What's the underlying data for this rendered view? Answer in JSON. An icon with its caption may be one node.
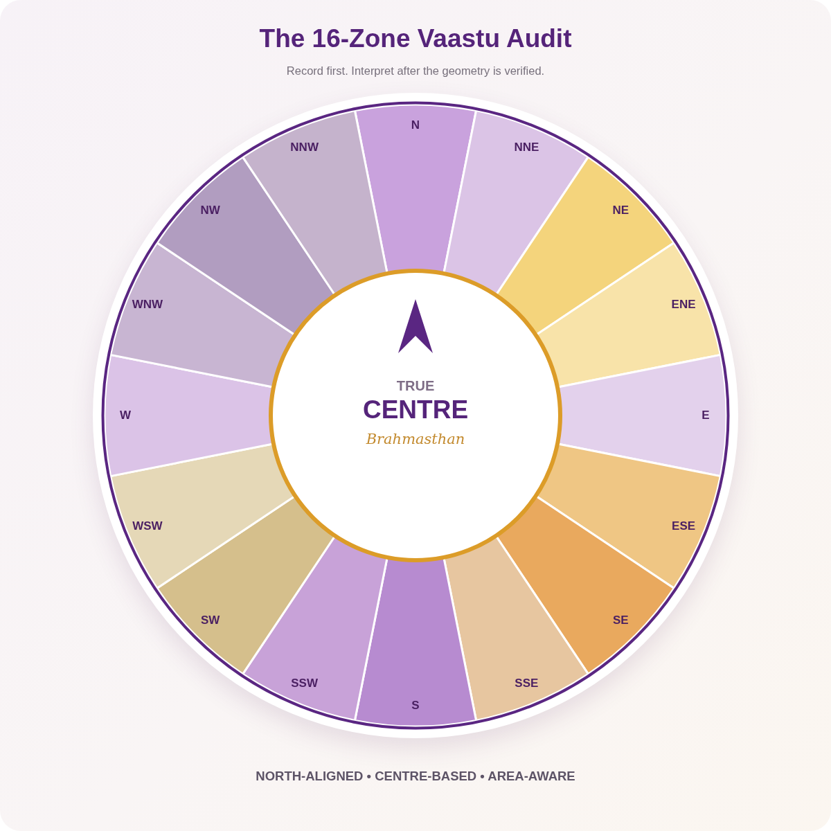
{
  "diagram": {
    "title": "The 16-Zone Vaastu Audit",
    "caption": "NORTH-ALIGNED • CENTRE-BASED • AREA-AWARE",
    "nodes": [
      {
        "text": [
          "N"
        ]
      },
      {
        "text": [
          "NNE"
        ]
      },
      {
        "text": [
          "NE"
        ]
      },
      {
        "text": [
          "ENE"
        ]
      },
      {
        "text": [
          "E"
        ]
      },
      {
        "text": [
          "ESE"
        ]
      },
      {
        "text": [
          "SE"
        ]
      },
      {
        "text": [
          "SSE"
        ]
      },
      {
        "text": [
          "S"
        ]
      },
      {
        "text": [
          "SSW"
        ]
      },
      {
        "text": [
          "SW"
        ]
      },
      {
        "text": [
          "WSW"
        ]
      },
      {
        "text": [
          "W"
        ]
      },
      {
        "text": [
          "WNW"
        ]
      },
      {
        "text": [
          "NW"
        ]
      },
      {
        "text": [
          "NNW"
        ]
      },
      {
        "text": [
          "TRUE",
          "CENTRE",
          "Brahmasthan"
        ]
      }
    ],
    "labels": [
      "Record first. Interpret after the geometry is verified."
    ]
  }
}
